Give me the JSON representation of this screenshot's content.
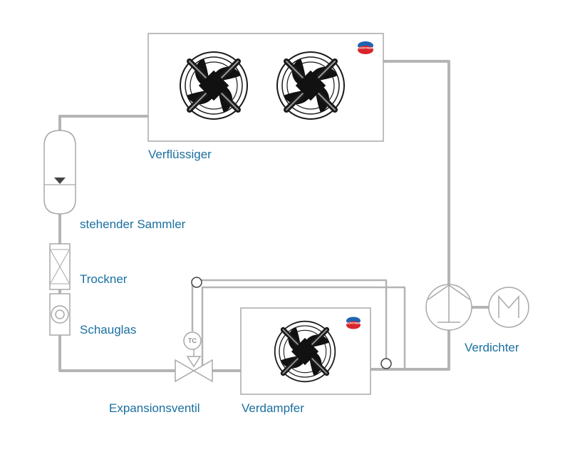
{
  "labels": {
    "condenser": "Verflüssiger",
    "receiver": "stehender Sammler",
    "dryer": "Trockner",
    "sight_glass": "Schauglas",
    "expansion_valve": "Expansionsventil",
    "evaporator": "Verdampfer",
    "compressor": "Verdichter",
    "thermostat_tag": "TC"
  },
  "brand": {
    "text": "GÜNTNER",
    "color_top": "#1f64b4",
    "color_bottom": "#d8262b"
  },
  "colors": {
    "pipe": "#b4b4b4",
    "outline": "#a8a8a8",
    "label": "#1a6fa0",
    "fan": "#1a1a1a"
  }
}
